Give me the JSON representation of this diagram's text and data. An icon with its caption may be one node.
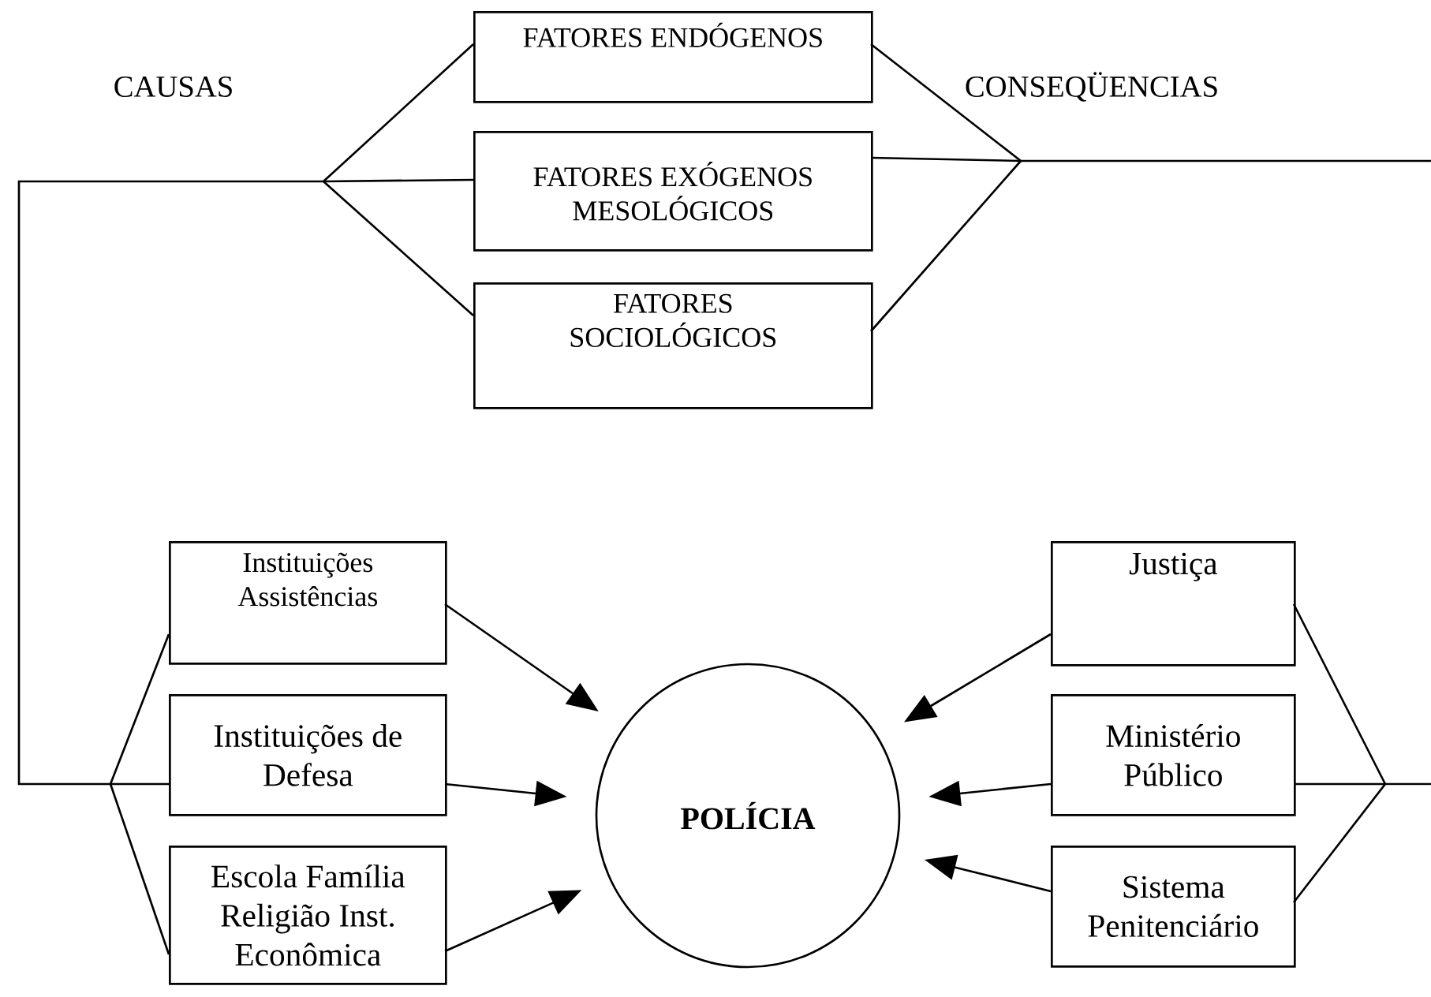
{
  "diagram": {
    "nodes": [
      {
        "text": [
          "FATORES ENDÓGENOS"
        ]
      },
      {
        "text": [
          "FATORES EXÓGENOS MESOLÓGICOS"
        ]
      },
      {
        "text": [
          "FATORES SOCIOLÓGICOS"
        ]
      },
      {
        "text": [
          "Instituições Assistências"
        ]
      },
      {
        "text": [
          "Instituições de Defesa"
        ]
      },
      {
        "text": [
          "Escola Família Religião Inst. Econômica"
        ]
      },
      {
        "text": [
          "POLÍCIA"
        ]
      },
      {
        "text": [
          "Justiça"
        ]
      },
      {
        "text": [
          "Ministério Público"
        ]
      },
      {
        "text": [
          "Sistema Penitenciário"
        ]
      }
    ],
    "edges": [
      {
        "from": 0,
        "to": 3,
        "arrow": "none"
      },
      {
        "from": 0,
        "to": 4,
        "arrow": "none"
      },
      {
        "from": 0,
        "to": 5,
        "arrow": "none"
      },
      {
        "from": 1,
        "to": 3,
        "arrow": "none"
      },
      {
        "from": 1,
        "to": 4,
        "arrow": "none"
      },
      {
        "from": 1,
        "to": 5,
        "arrow": "none"
      },
      {
        "from": 2,
        "to": 3,
        "arrow": "none"
      },
      {
        "from": 2,
        "to": 4,
        "arrow": "none"
      },
      {
        "from": 2,
        "to": 5,
        "arrow": "none"
      },
      {
        "from": 0,
        "to": 7,
        "arrow": "none"
      },
      {
        "from": 0,
        "to": 8,
        "arrow": "none"
      },
      {
        "from": 0,
        "to": 9,
        "arrow": "none"
      },
      {
        "from": 1,
        "to": 7,
        "arrow": "none"
      },
      {
        "from": 1,
        "to": 8,
        "arrow": "none"
      },
      {
        "from": 1,
        "to": 9,
        "arrow": "none"
      },
      {
        "from": 2,
        "to": 7,
        "arrow": "none"
      },
      {
        "from": 2,
        "to": 8,
        "arrow": "none"
      },
      {
        "from": 2,
        "to": 9,
        "arrow": "none"
      },
      {
        "from": 3,
        "to": 6,
        "arrow": "to"
      },
      {
        "from": 4,
        "to": 6,
        "arrow": "to"
      },
      {
        "from": 5,
        "to": 6,
        "arrow": "to"
      },
      {
        "from": 7,
        "to": 6,
        "arrow": "to"
      },
      {
        "from": 8,
        "to": 6,
        "arrow": "to"
      },
      {
        "from": 9,
        "to": 6,
        "arrow": "to"
      }
    ],
    "labels": [
      "CAUSAS",
      "CONSEQÜENCIAS"
    ]
  }
}
